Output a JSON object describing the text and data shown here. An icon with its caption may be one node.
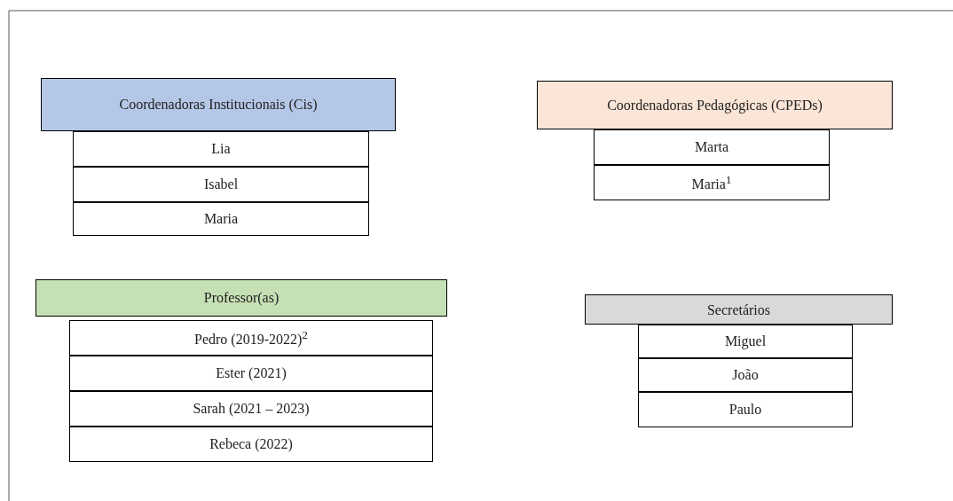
{
  "diagram": {
    "nodes": [
      {
        "text": [
          "Coordenadoras Institucionais (Cis)"
        ]
      },
      {
        "text": [
          "Lia"
        ]
      },
      {
        "text": [
          "Isabel"
        ]
      },
      {
        "text": [
          "Maria"
        ]
      },
      {
        "text": [
          "Coordenadoras Pedagógicas (CPEDs)"
        ]
      },
      {
        "text": [
          "Marta"
        ]
      },
      {
        "text": [
          "Maria$^{1}$"
        ]
      },
      {
        "text": [
          "Professor(as)"
        ]
      },
      {
        "text": [
          "Pedro (2019-2022)$^{2}$"
        ]
      },
      {
        "text": [
          "Ester (2021)"
        ]
      },
      {
        "text": [
          "Sarah (2021 – 2023)"
        ]
      },
      {
        "text": [
          "Rebeca (2022)"
        ]
      },
      {
        "text": [
          "Secretários"
        ]
      },
      {
        "text": [
          "Miguel"
        ]
      },
      {
        "text": [
          "João"
        ]
      },
      {
        "text": [
          "Paulo"
        ]
      }
    ]
  }
}
